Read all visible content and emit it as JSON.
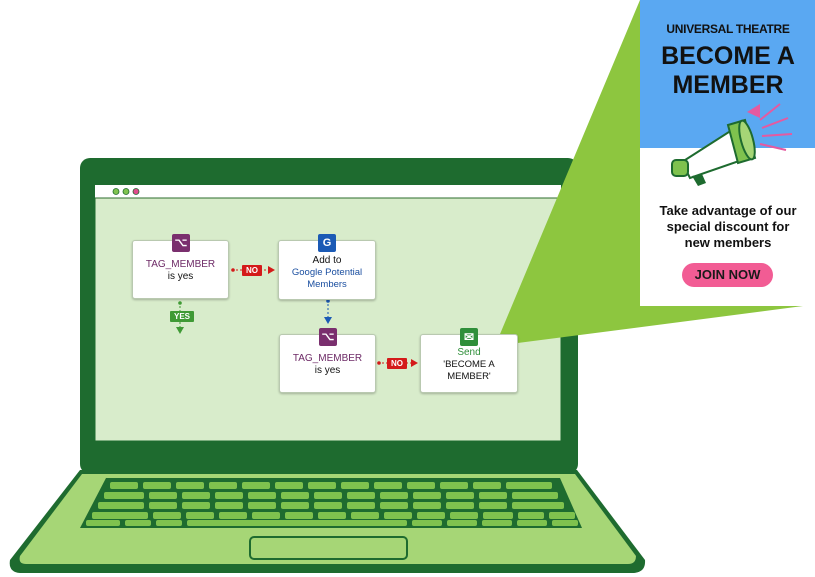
{
  "colors": {
    "laptop_dark": "#1e6b2f",
    "screen_bg": "#d8eccb",
    "callout_green": "#8dc63f",
    "promo_blue": "#5aa8f2",
    "join_pink": "#f25c94",
    "condition_purple": "#7a2f6e",
    "google_blue": "#1b5ab5",
    "email_green": "#2f8f3a",
    "no_red": "#d41a1a",
    "yes_green": "#3f9a35"
  },
  "workflow": {
    "condition1": {
      "icon": "branch-icon",
      "tag": "TAG_MEMBER",
      "text": "is yes"
    },
    "no1": "NO",
    "yes1": "YES",
    "google_action": {
      "icon": "google-icon",
      "icon_glyph": "G",
      "line1": "Add to",
      "line2": "Google Potential",
      "line3": "Members"
    },
    "condition2": {
      "icon": "branch-icon",
      "tag": "TAG_MEMBER",
      "text": "is yes"
    },
    "no2": "NO",
    "send_action": {
      "icon": "envelope-icon",
      "verb": "Send",
      "line1": "'BECOME A",
      "line2": "MEMBER'"
    }
  },
  "promo": {
    "brand": "UNIVERSAL THEATRE",
    "headline1": "BECOME A",
    "headline2": "MEMBER",
    "icon": "megaphone-icon",
    "body1": "Take advantage of our",
    "body2": "special discount for",
    "body3": "new members",
    "cta": "JOIN NOW"
  }
}
